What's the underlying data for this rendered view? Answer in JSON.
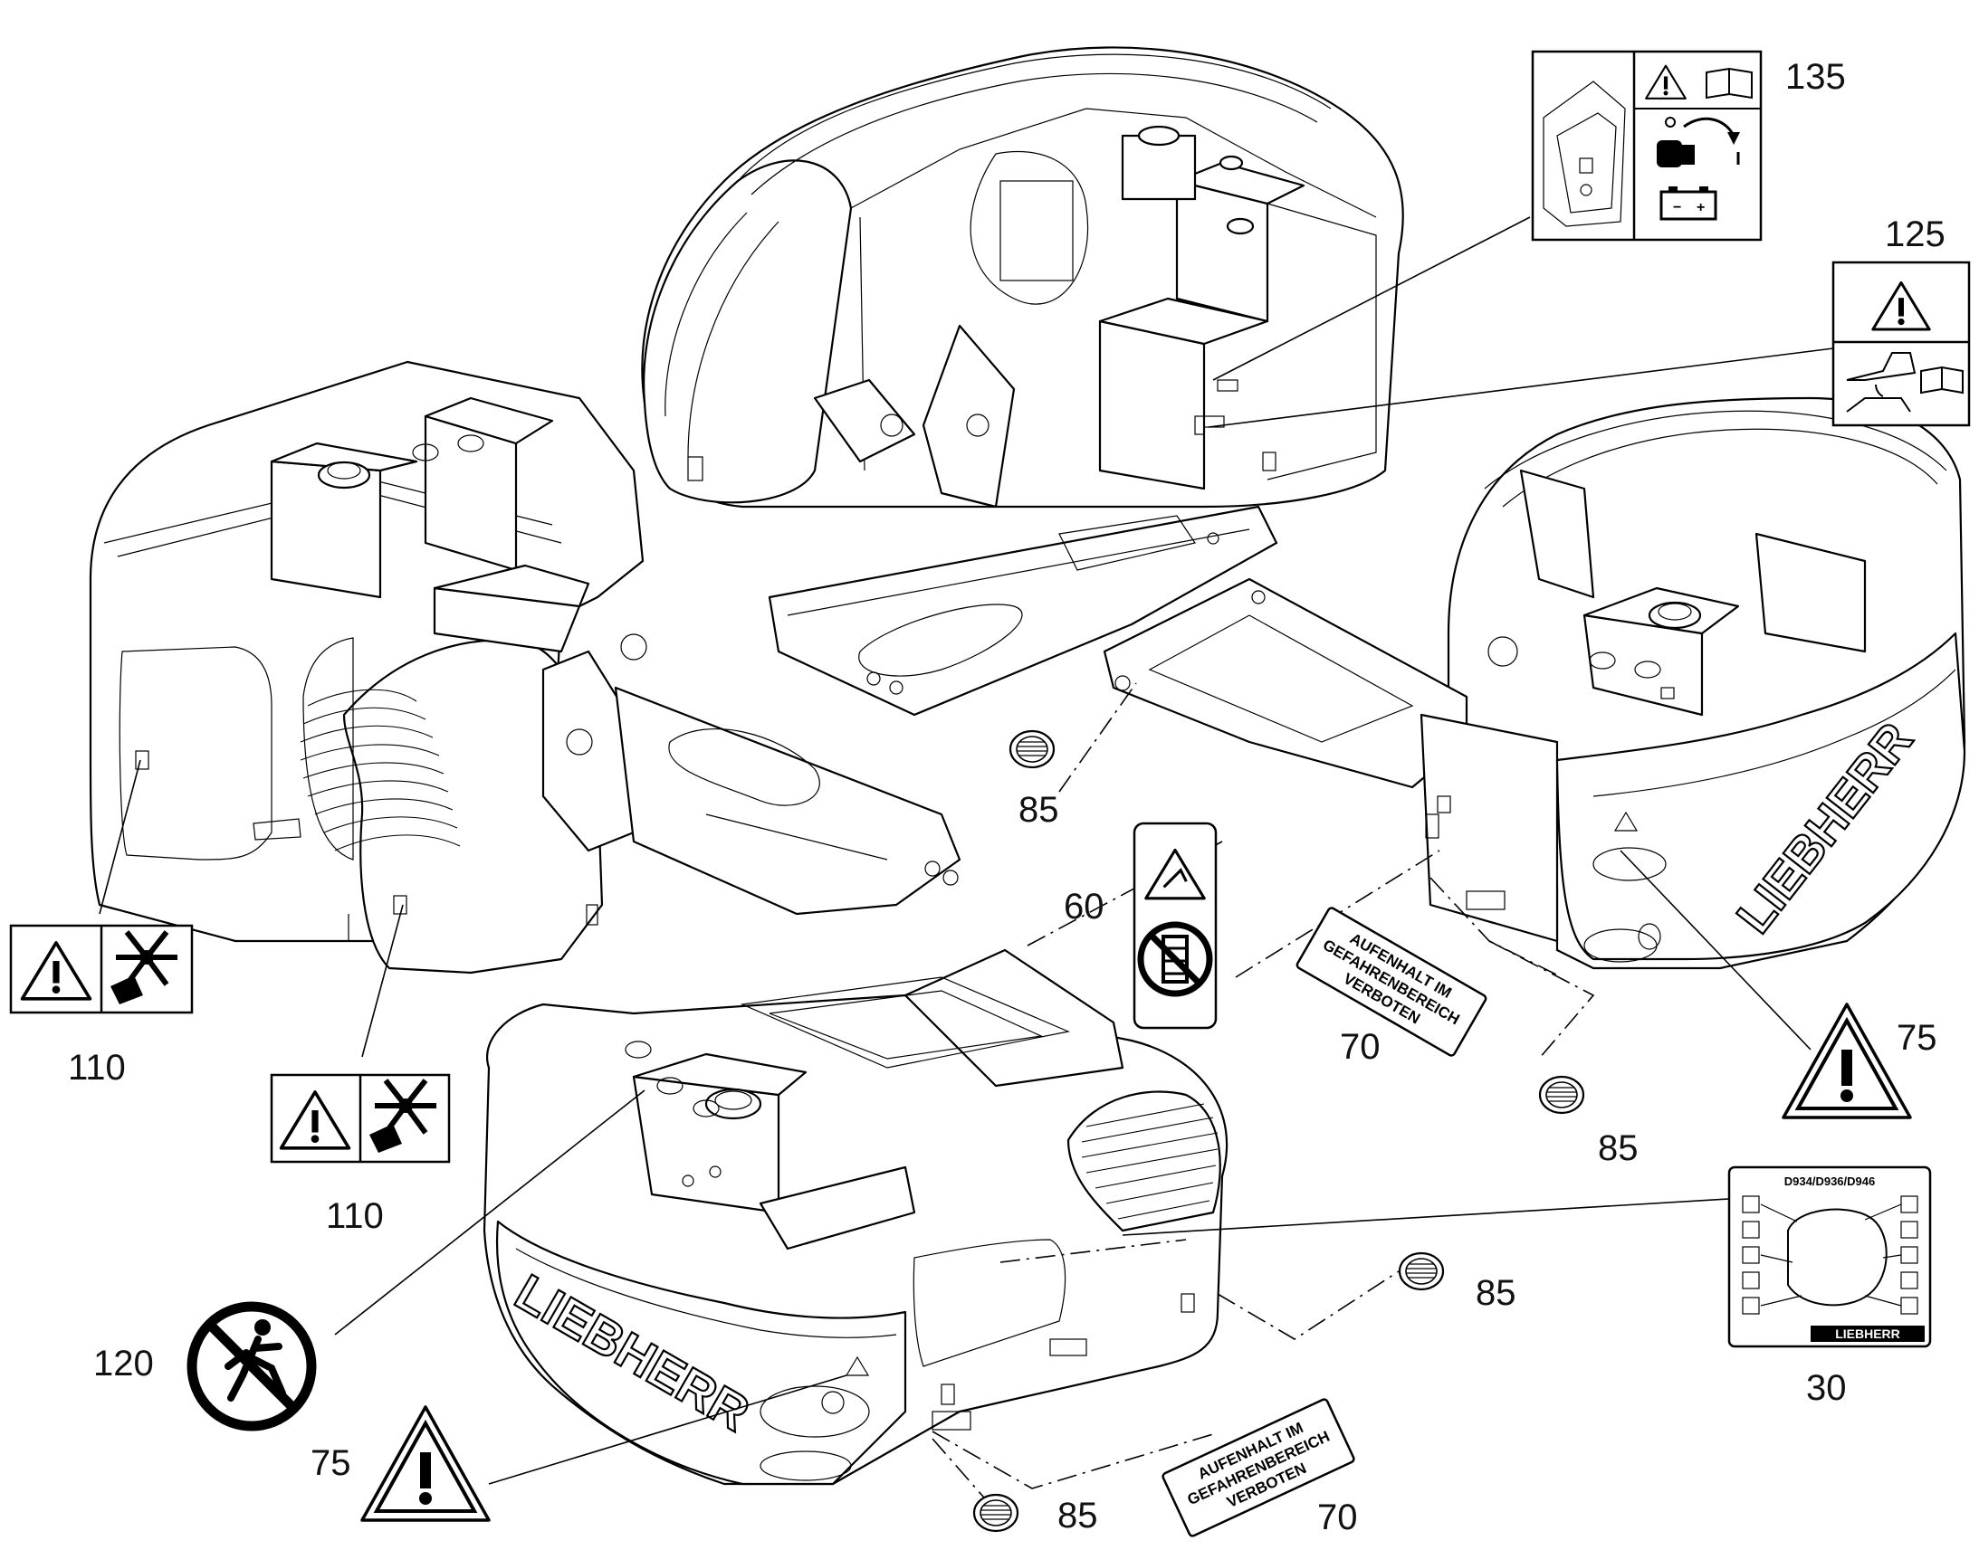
{
  "callouts": {
    "c135": "135",
    "c125": "125",
    "c110a": "110",
    "c110b": "110",
    "c120": "120",
    "c75a": "75",
    "c75b": "75",
    "c60": "60",
    "c70a": "70",
    "c70b": "70",
    "c85a": "85",
    "c85b": "85",
    "c85c": "85",
    "c85d": "85",
    "c30": "30"
  },
  "decal_70": {
    "line1": "AUFENHALT IM",
    "line2": "GEFAHRENBEREICH",
    "line3": "VERBOTEN"
  },
  "decal_30": {
    "header": "D934/D936/D946",
    "brand": "LIEBHERR"
  },
  "machine": {
    "brand": "LIEBHERR"
  },
  "icons": [
    "warning-triangle",
    "manual-book",
    "battery-switch",
    "rotating-fan",
    "no-pedestrian",
    "no-climbing",
    "grommet-plug"
  ]
}
